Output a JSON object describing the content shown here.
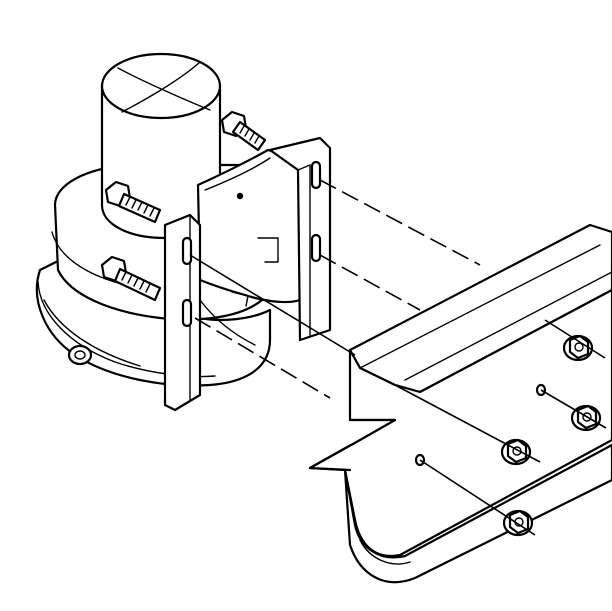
{
  "figure": {
    "kind": "line-art exploded assembly illustration",
    "background_color": "#ffffff",
    "ink_color": "#000000",
    "parts": [
      "cylindrical-housing-with-flange",
      "curved-mounting-bracket",
      "frame-channel-rail",
      "hex-bolt",
      "flange-nut",
      "alignment-line"
    ]
  }
}
